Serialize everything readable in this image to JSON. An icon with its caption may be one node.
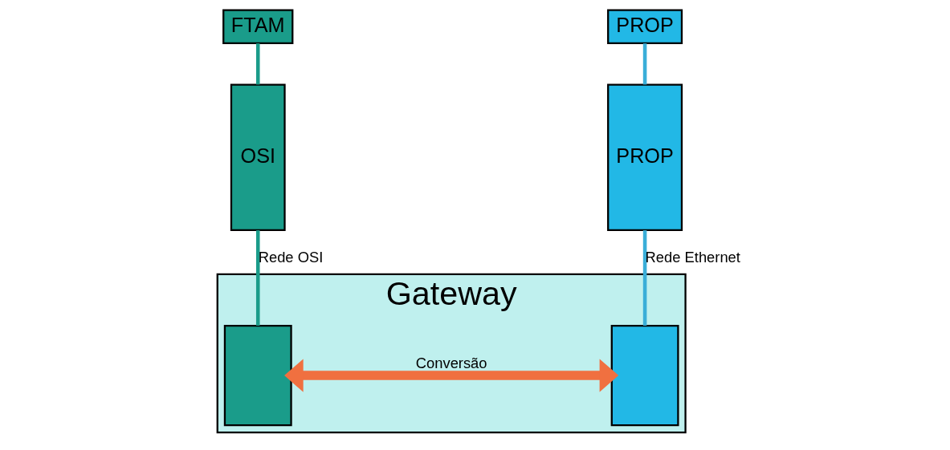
{
  "diagram": {
    "nodes": [
      {
        "text": [
          "FTAM"
        ]
      },
      {
        "text": [
          "OSI"
        ]
      },
      {
        "text": [
          "Gateway"
        ]
      },
      {
        "text": [],
        "shape": "box",
        "in": 2
      },
      {
        "text": [],
        "shape": "box",
        "in": 2
      },
      {
        "text": [
          "PROP"
        ]
      },
      {
        "text": [
          "PROP"
        ]
      }
    ],
    "edges": [
      {
        "from": 0,
        "to": 1,
        "arrow": "none",
        "color": "#1a9c8a"
      },
      {
        "from": 1,
        "to": 3,
        "arrow": "none",
        "label": "Rede OSI",
        "color": "#1a9c8a"
      },
      {
        "from": 3,
        "to": 4,
        "arrow": "both",
        "label": "Conversão",
        "style": "thick",
        "color": "#f07040"
      },
      {
        "from": 6,
        "to": 4,
        "arrow": "none",
        "label": "Rede Ethernet",
        "color": "#3aaed8"
      },
      {
        "from": 5,
        "to": 6,
        "arrow": "none",
        "color": "#3aaed8"
      }
    ]
  }
}
